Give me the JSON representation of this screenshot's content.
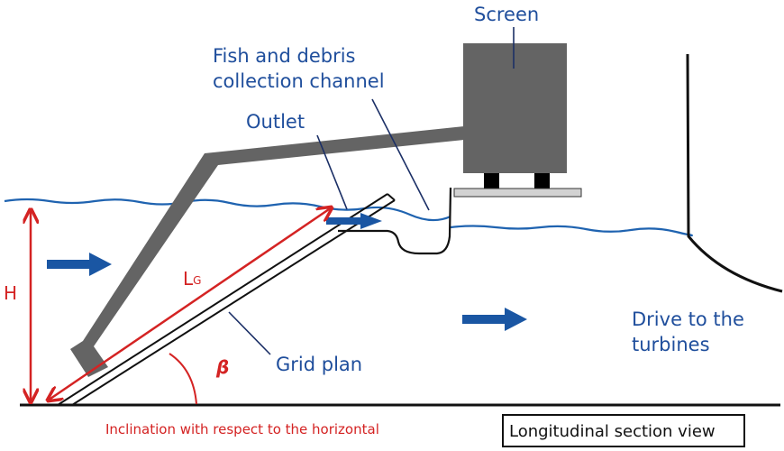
{
  "labels": {
    "screen": "Screen",
    "channel_line1": "Fish and debris",
    "channel_line2": "collection channel",
    "outlet": "Outlet",
    "lg_main": "L",
    "lg_sub": "G",
    "height": "H",
    "beta": "β",
    "grid_plan": "Grid plan",
    "drive_line1": "Drive to the",
    "drive_line2": "turbines",
    "inclination": "Inclination with respect to the horizontal",
    "view_title": "Longitudinal section view"
  },
  "colors": {
    "water": "#1f63b0",
    "label_blue": "#1f4e9c",
    "dimension_red": "#d42323",
    "structure_gray": "#646464",
    "flow_arrow": "#1a56a3",
    "outline": "#111111"
  }
}
